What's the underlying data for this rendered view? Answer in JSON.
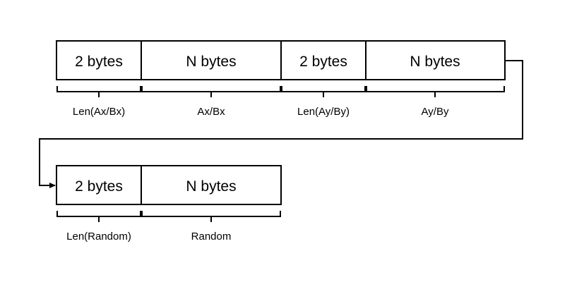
{
  "rows": [
    {
      "fields": [
        {
          "size_text": "2 bytes",
          "label": "Len(Ax/Bx)"
        },
        {
          "size_text": "N bytes",
          "label": "Ax/Bx"
        },
        {
          "size_text": "2 bytes",
          "label": "Len(Ay/By)"
        },
        {
          "size_text": "N bytes",
          "label": "Ay/By"
        }
      ]
    },
    {
      "fields": [
        {
          "size_text": "2 bytes",
          "label": "Len(Random)"
        },
        {
          "size_text": "N bytes",
          "label": "Random"
        }
      ]
    }
  ]
}
